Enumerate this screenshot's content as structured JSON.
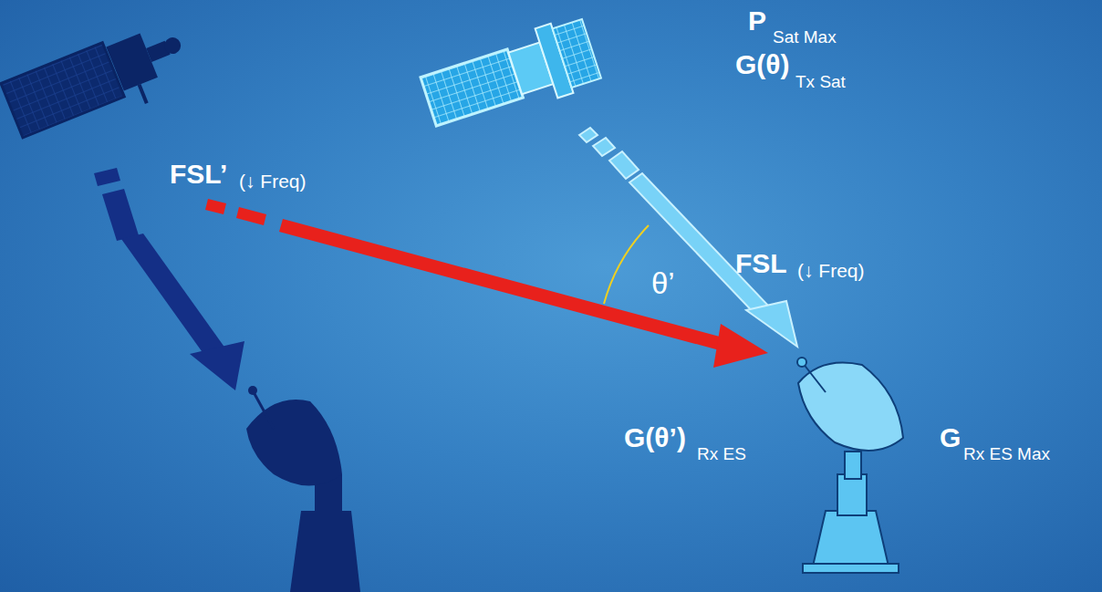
{
  "diagram": {
    "labels": [
      "P",
      "Sat Max",
      "G(θ)",
      "Tx Sat",
      "FSL’",
      "(↓ Freq)",
      "FSL",
      "(↓ Freq)",
      "θ’",
      "G(θ’)",
      "Rx ES",
      "G",
      "Rx ES Max"
    ]
  }
}
